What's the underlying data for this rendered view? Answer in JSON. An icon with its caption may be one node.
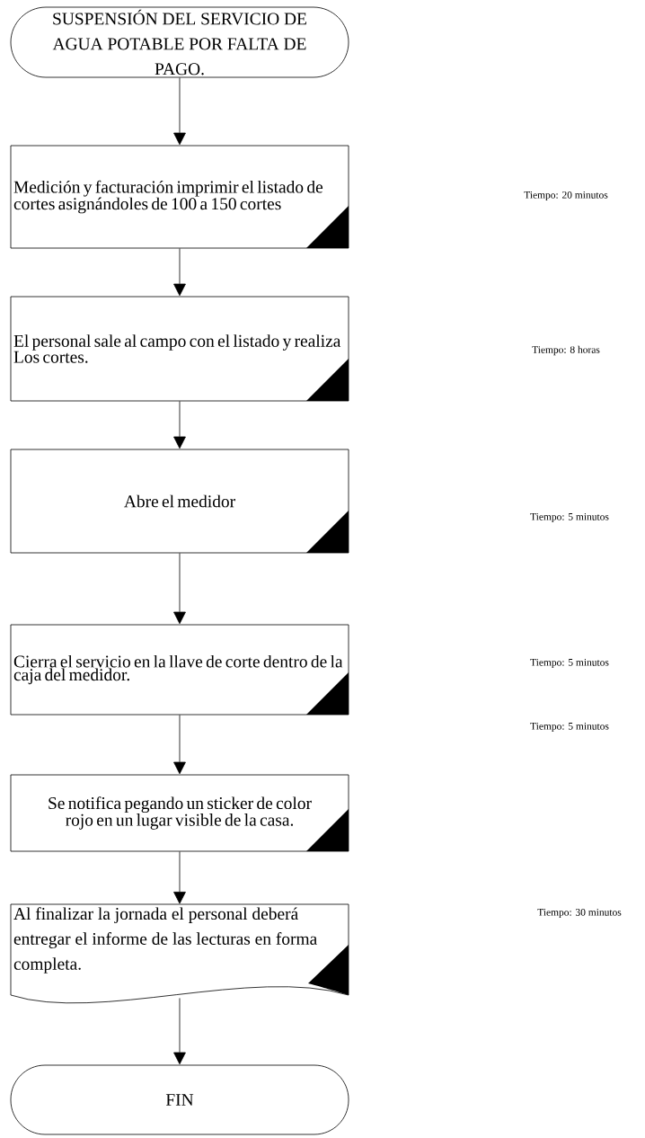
{
  "diagram": {
    "nodes": [
      {
        "text": [
          "SUSPENSIÓN DEL SERVICIO DE AGUA POTABLE POR FALTA DE PAGO."
        ]
      },
      {
        "text": [
          "Medición y facturación imprimir el listado de cortes asignándoles de 100 a 150 cortes"
        ]
      },
      {
        "text": [
          "El personal sale al campo con el listado y realiza Los cortes."
        ]
      },
      {
        "text": [
          "Abre el medidor"
        ]
      },
      {
        "text": [
          "Cierra el servicio en la llave de corte dentro de la caja del medidor."
        ]
      },
      {
        "text": [
          "Se notifica pegando un sticker de color rojo en un lugar visible de la casa."
        ]
      },
      {
        "text": [
          "Al finalizar la jornada el personal deberá entregar el informe de las lecturas en forma completa."
        ]
      },
      {
        "text": [
          "FIN"
        ]
      }
    ],
    "edges": [
      {
        "from": 0,
        "to": 1,
        "arrow": "to"
      },
      {
        "from": 1,
        "to": 2,
        "arrow": "to"
      },
      {
        "from": 2,
        "to": 3,
        "arrow": "to"
      },
      {
        "from": 3,
        "to": 4,
        "arrow": "to"
      },
      {
        "from": 4,
        "to": 5,
        "arrow": "to"
      },
      {
        "from": 5,
        "to": 6,
        "arrow": "to"
      },
      {
        "from": 6,
        "to": 7,
        "arrow": "to"
      }
    ],
    "labels": [
      "Tiempo: 20 minutos",
      "Tiempo: 8 horas",
      "Tiempo: 5 minutos",
      "Tiempo: 5 minutos",
      "Tiempo: 5 minutos",
      "Tiempo: 30 minutos"
    ]
  }
}
